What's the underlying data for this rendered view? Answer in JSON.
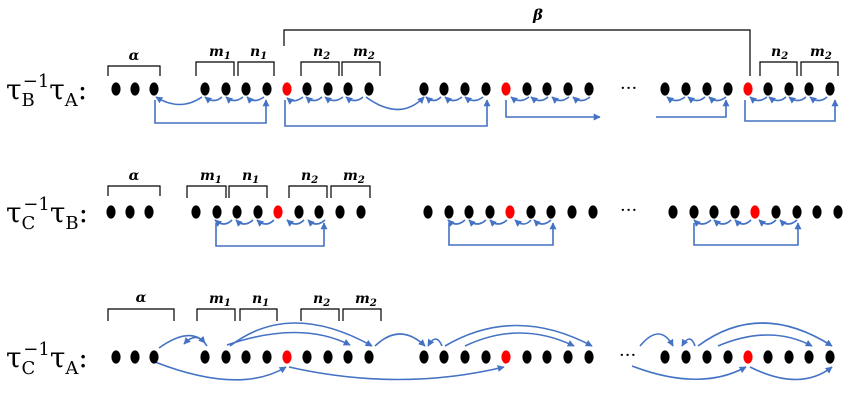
{
  "rows": [
    {
      "id": "tau-B-inv-tau-A",
      "label": {
        "base1": "τ",
        "sub1": "B",
        "sup": "−1",
        "base2": "τ",
        "sub2": "A",
        "colon": ":"
      }
    },
    {
      "id": "tau-C-inv-tau-B",
      "label": {
        "base1": "τ",
        "sub1": "C",
        "sup": "−1",
        "base2": "τ",
        "sub2": "B",
        "colon": ":"
      }
    },
    {
      "id": "tau-C-inv-tau-A",
      "label": {
        "base1": "τ",
        "sub1": "C",
        "sup": "−1",
        "base2": "τ",
        "sub2": "A",
        "colon": ":"
      }
    }
  ],
  "brackets": {
    "alpha": "α",
    "beta": "β",
    "m1": {
      "base": "m",
      "sub": "1"
    },
    "n1": {
      "base": "n",
      "sub": "1"
    },
    "m2": {
      "base": "m",
      "sub": "2"
    },
    "n2": {
      "base": "n",
      "sub": "2"
    }
  },
  "ellipsis": "···",
  "colors": {
    "dot": "#000000",
    "pivot": "#ff0000",
    "arrow": "#4472c4",
    "bracket": "#000000"
  }
}
